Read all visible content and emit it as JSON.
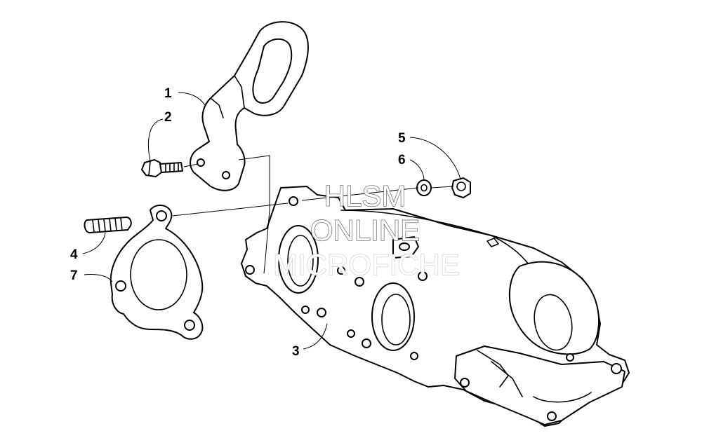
{
  "callouts": {
    "c1": "1",
    "c2": "2",
    "c3": "3",
    "c4": "4",
    "c5": "5",
    "c6": "6",
    "c7": "7"
  },
  "watermark": {
    "line1": "HLSM",
    "line2": "ONLINE",
    "line3": "MICROFICHE"
  }
}
